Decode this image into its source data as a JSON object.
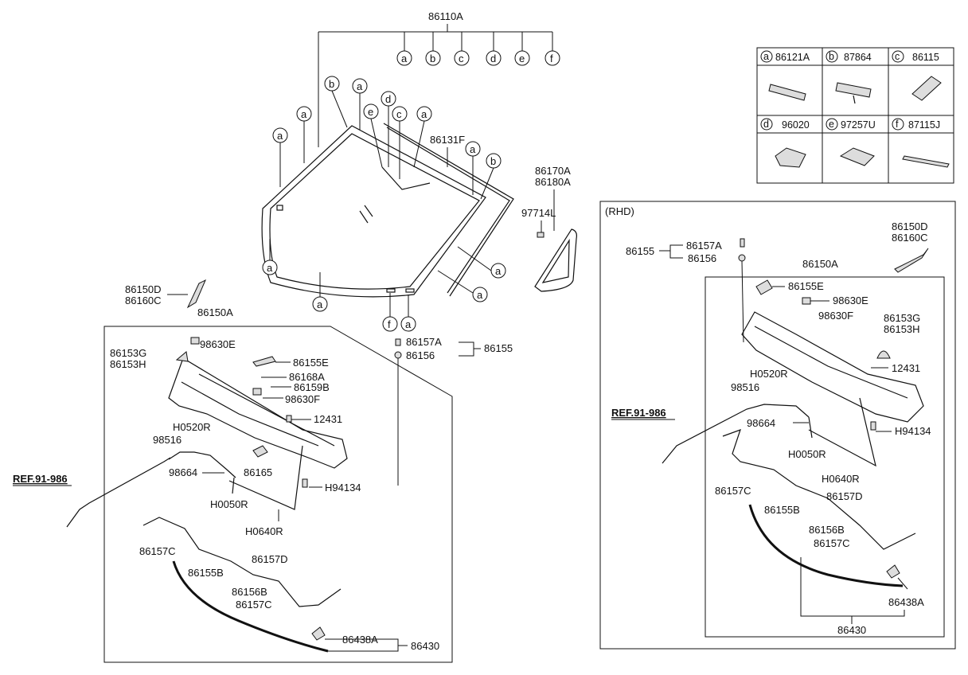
{
  "glass": {
    "assembly": "86110A",
    "seal": "86131F",
    "mark_a": "a",
    "mark_b": "b",
    "mark_c": "c",
    "mark_d": "d",
    "mark_e": "e",
    "mark_f": "f"
  },
  "quarter": {
    "glass_upper": "86170A",
    "glass_lower": "86180A",
    "clip": "97714L"
  },
  "legend": {
    "a": {
      "letter": "a",
      "code": "86121A"
    },
    "b": {
      "letter": "b",
      "code": "87864"
    },
    "c": {
      "letter": "c",
      "code": "86115"
    },
    "d": {
      "letter": "d",
      "code": "96020"
    },
    "e": {
      "letter": "e",
      "code": "97257U"
    },
    "f": {
      "letter": "f",
      "code": "87115J"
    }
  },
  "lhd": {
    "cover_upper": "86150D",
    "cover_lower": "86160C",
    "cowl_panel": "86150A",
    "nozzle": "98630E",
    "cap_upper": "86153G",
    "cap_lower": "86153H",
    "pad": "86155E",
    "clip_a": "86168A",
    "clip_b": "86159B",
    "nozzle_f": "98630F",
    "screw": "12431",
    "hose_r": "H0520R",
    "connector": "98516",
    "joint": "98664",
    "hose_50": "H0050R",
    "hose_640": "H0640R",
    "grommet": "86165",
    "bolt": "H94134",
    "screw_a": "86157A",
    "washer": "86156",
    "fastener": "86155",
    "ref": "REF.91-986",
    "strip_c": "86157C",
    "strip_b": "86155B",
    "strip_d": "86157D",
    "clip_b2": "86156B",
    "strip_c2": "86157C",
    "clip_438": "86438A",
    "weatherstrip": "86430"
  },
  "rhd": {
    "title": "(RHD)",
    "fastener": "86155",
    "screw_a": "86157A",
    "washer": "86156",
    "cover_upper": "86150D",
    "cover_lower": "86160C",
    "cowl_panel": "86150A",
    "pad": "86155E",
    "nozzle": "98630E",
    "nozzle_f": "98630F",
    "cap_upper": "86153G",
    "cap_lower": "86153H",
    "screw": "12431",
    "hose_r": "H0520R",
    "connector": "98516",
    "ref": "REF.91-986",
    "joint": "98664",
    "bolt": "H94134",
    "hose_50": "H0050R",
    "hose_640": "H0640R",
    "strip_c": "86157C",
    "strip_b": "86155B",
    "strip_d": "86157D",
    "clip_b2": "86156B",
    "strip_c2": "86157C",
    "clip_438": "86438A",
    "weatherstrip": "86430"
  }
}
